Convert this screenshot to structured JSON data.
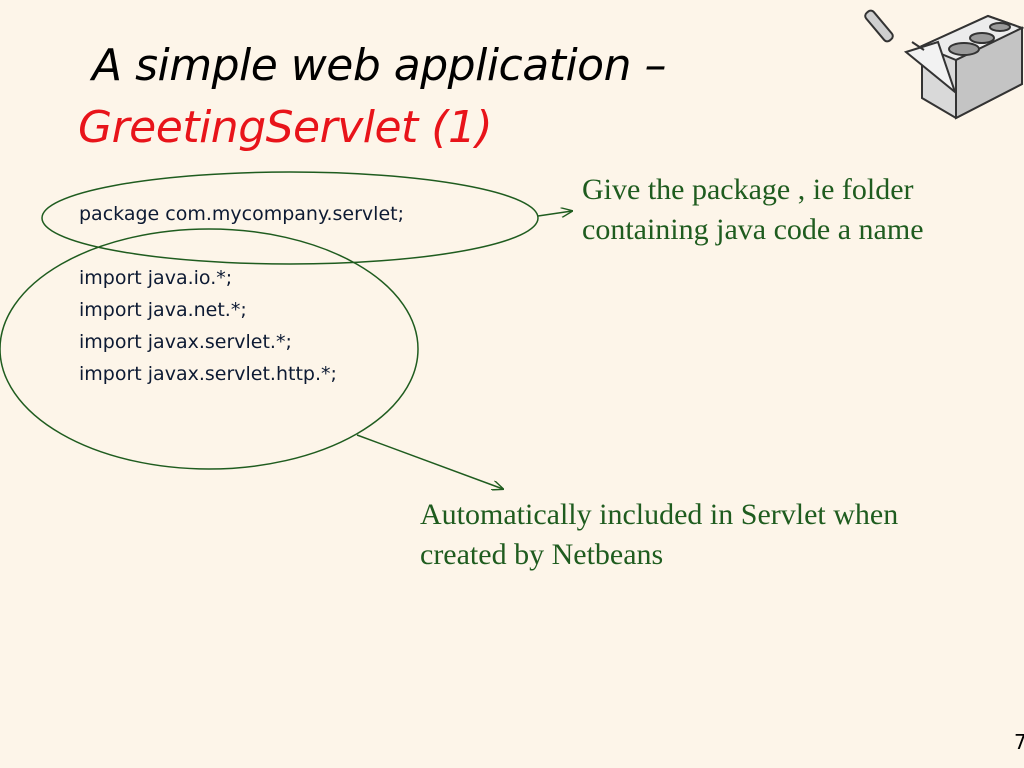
{
  "slide": {
    "title": {
      "line1": "A simple web application –",
      "line2": "GreetingServlet (1)",
      "line2_color": "#e8141a"
    },
    "code": {
      "package_line": "package com.mycompany.servlet;",
      "import_lines": [
        "import java.io.*;",
        "import java.net.*;",
        "import javax.servlet.*;",
        "import javax.servlet.http.*;"
      ]
    },
    "notes": {
      "package_note": [
        "Give the package , ie folder",
        "containing java code a name"
      ],
      "import_note": [
        "Automatically included in Servlet when",
        "created by Netbeans"
      ],
      "color": "#1f5c1f"
    },
    "annotation_color": "#1f5c1f",
    "page_number": "7",
    "logo_icon": "trowel-and-brick-icon"
  }
}
